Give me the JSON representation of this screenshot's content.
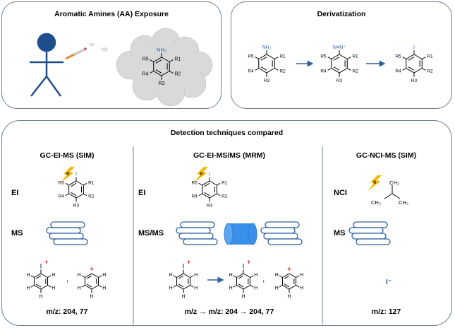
{
  "exposure": {
    "title": "Aromatic Amines (AA) Exposure",
    "group": "NH₂"
  },
  "derivatization": {
    "title": "Derivatization",
    "group_start": "NH₂",
    "group_mid": "N≡N⁺",
    "group_end": "I"
  },
  "substituents": {
    "r1": "R1",
    "r2": "R2",
    "r3": "R3",
    "r4": "R4",
    "r5": "R5"
  },
  "detection": {
    "title": "Detection techniques compared",
    "columns": [
      {
        "title": "GC-EI-MS (SIM)",
        "ion_label": "EI",
        "ms_label": "MS",
        "mz": "m/z: 204, 77"
      },
      {
        "title": "GC-EI-MS/MS (MRM)",
        "ion_label": "EI",
        "ms_label": "MS/MS",
        "mz": "m/z → m/z: 204 → 204, 77"
      },
      {
        "title": "GC-NCI-MS (SIM)",
        "ion_label": "NCI",
        "ms_label": "MS",
        "mz": "m/z: 127"
      }
    ],
    "electron": "e⁻",
    "iodine": "I",
    "iodide": "I⁻",
    "h": "H",
    "plus": "+",
    "comma": ",",
    "ch3": "CH₃"
  },
  "colors": {
    "blue": "#2e5f9e",
    "dark_blue": "#1f4e8c",
    "red": "#d92c2c",
    "lightning": "#f5b800",
    "smoke": "#d9d9d9",
    "cylinder": "#3a8fe8"
  }
}
